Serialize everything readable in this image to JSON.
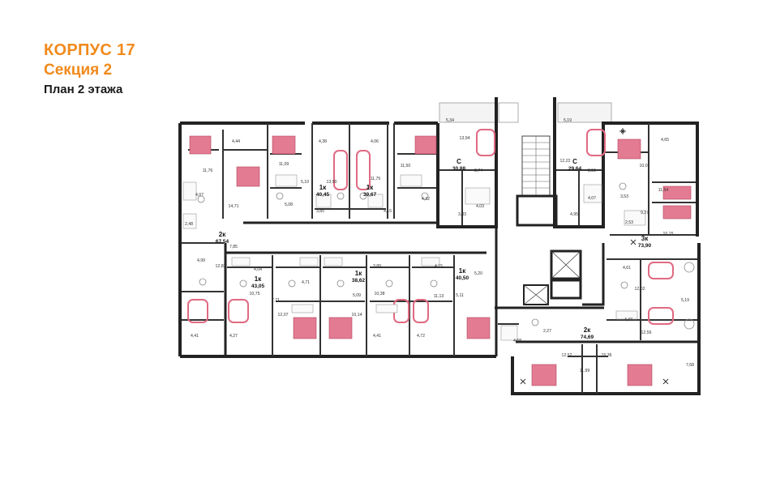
{
  "header": {
    "building": "КОРПУС 17",
    "section": "Секция 2",
    "plan": "План 2 этажа"
  },
  "colors": {
    "accent": "#f08a1c",
    "wall": "#222222",
    "furniture": "#e06a82",
    "background": "#ffffff"
  },
  "apartments": [
    {
      "id": "a1",
      "type": "2к",
      "area": "67,54"
    },
    {
      "id": "a2",
      "type": "1к",
      "area": "40,45"
    },
    {
      "id": "a3",
      "type": "1к",
      "area": "39,67"
    },
    {
      "id": "a4",
      "type": "С",
      "area": "30,88"
    },
    {
      "id": "a5",
      "type": "С",
      "area": "29,64"
    },
    {
      "id": "a6",
      "type": "3к",
      "area": "73,90"
    },
    {
      "id": "a7",
      "type": "1к",
      "area": "43,05"
    },
    {
      "id": "a8",
      "type": "1к",
      "area": "38,62"
    },
    {
      "id": "a9",
      "type": "1к",
      "area": "40,50"
    },
    {
      "id": "a10",
      "type": "2к",
      "area": "74,69"
    }
  ],
  "room_areas": {
    "r1": "4,44",
    "r2": "11,76",
    "r3": "14,71",
    "r4": "4,07",
    "r5": "2,48",
    "r6": "11,09",
    "r7": "5,10",
    "r8": "5,08",
    "r9": "4,38",
    "r10": "13,90",
    "r11": "3,85",
    "r12": "4,06",
    "r13": "11,75",
    "r14": "4,15",
    "r15": "11,50",
    "r16": "4,32",
    "r17": "5,34",
    "r18": "13,94",
    "r19": "3,74",
    "r20": "4,03",
    "r21": "3,83",
    "r22": "5,19",
    "r23": "12,22",
    "r24": "3,51",
    "r25": "4,07",
    "r26": "4,95",
    "r27": "4,65",
    "r28": "10,01",
    "r29": "3,53",
    "r30": "11,54",
    "r31": "9,27",
    "r32": "2,53",
    "r33": "10,15",
    "r34": "7,85",
    "r35": "12,83",
    "r36": "4,99",
    "r37": "4,41",
    "r38": "4,04",
    "r39": "10,75",
    "r40": "7,71",
    "r41": "4,27",
    "r42": "12,07",
    "r43": "4,71",
    "r44": "5,09",
    "r45": "10,14",
    "r46": "3,89",
    "r47": "10,38",
    "r48": "4,41",
    "r49": "4,15",
    "r50": "11,13",
    "r51": "5,20",
    "r52": "5,11",
    "r53": "4,72",
    "r54": "4,61",
    "r55": "12,02",
    "r56": "4,47",
    "r57": "12,56",
    "r58": "5,19",
    "r59": "2,27",
    "r60": "4,58",
    "r61": "12,52",
    "r62": "11,99",
    "r63": "15,36",
    "r64": "7,68"
  }
}
